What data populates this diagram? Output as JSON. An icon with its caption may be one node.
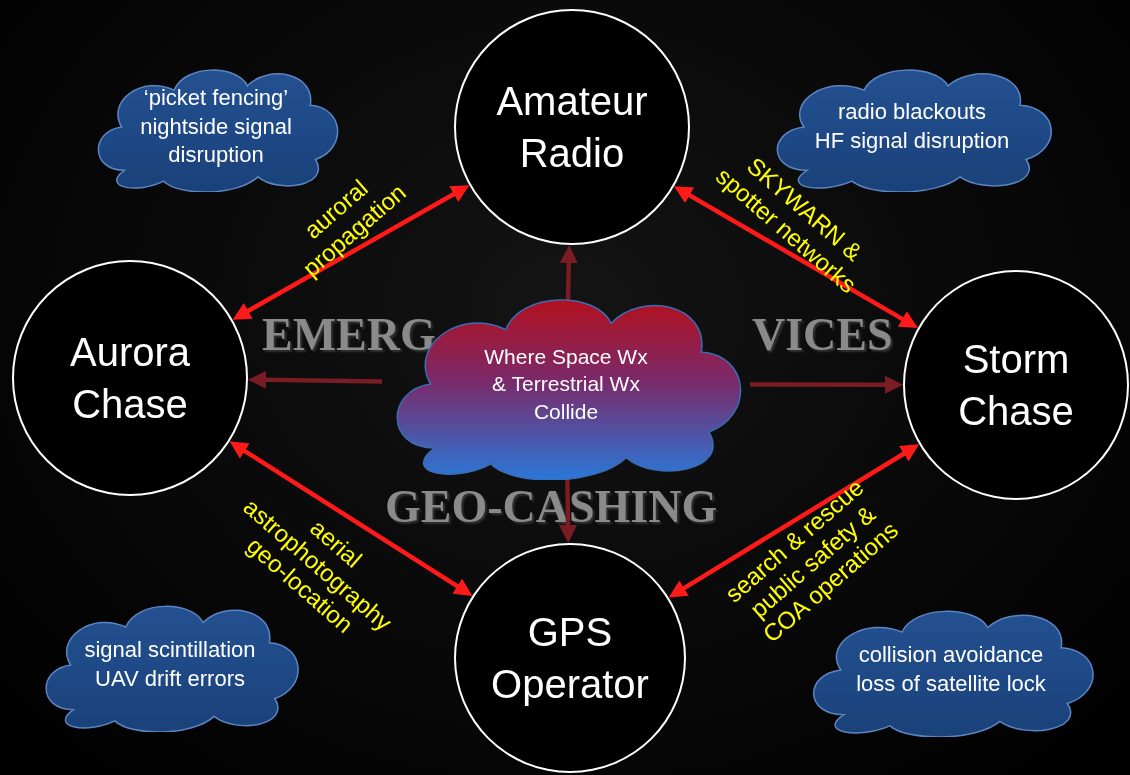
{
  "diagram": {
    "nodes": [
      {
        "text": [
          "‘picket fencing’ nightside signal disruption"
        ]
      },
      {
        "text": [
          "Amateur Radio"
        ]
      },
      {
        "text": [
          "radio blackouts",
          "HF signal disruption"
        ]
      },
      {
        "text": [
          "Aurora Chase"
        ]
      },
      {
        "text": [
          "Where Space Wx & Terrestrial Wx Collide"
        ]
      },
      {
        "text": [
          "Storm Chase"
        ]
      },
      {
        "text": [
          "signal scintillation",
          "UAV drift errors"
        ]
      },
      {
        "text": [
          "GPS Operator"
        ]
      },
      {
        "text": [
          "collision avoidance",
          "loss of satellite lock"
        ]
      }
    ],
    "edges": [
      {
        "from": 3,
        "to": 1,
        "arrow": "both",
        "label": "auroral propagation"
      },
      {
        "from": 1,
        "to": 5,
        "arrow": "both",
        "label": "SKYWARN & spotter networks"
      },
      {
        "from": 3,
        "to": 7,
        "arrow": "both",
        "label": "aerial astrophotography geo-location"
      },
      {
        "from": 7,
        "to": 5,
        "arrow": "both",
        "label": "search & rescue public safety & COA operations"
      },
      {
        "from": 4,
        "to": 1,
        "arrow": "to",
        "color": "#7a1c24"
      },
      {
        "from": 4,
        "to": 3,
        "arrow": "to",
        "color": "#7a1c24"
      },
      {
        "from": 4,
        "to": 5,
        "arrow": "to",
        "color": "#7a1c24"
      },
      {
        "from": 4,
        "to": 7,
        "arrow": "to",
        "color": "#7a1c24"
      }
    ],
    "labels": [
      "EMERG",
      "VICES",
      "GEO-CASHING"
    ]
  }
}
